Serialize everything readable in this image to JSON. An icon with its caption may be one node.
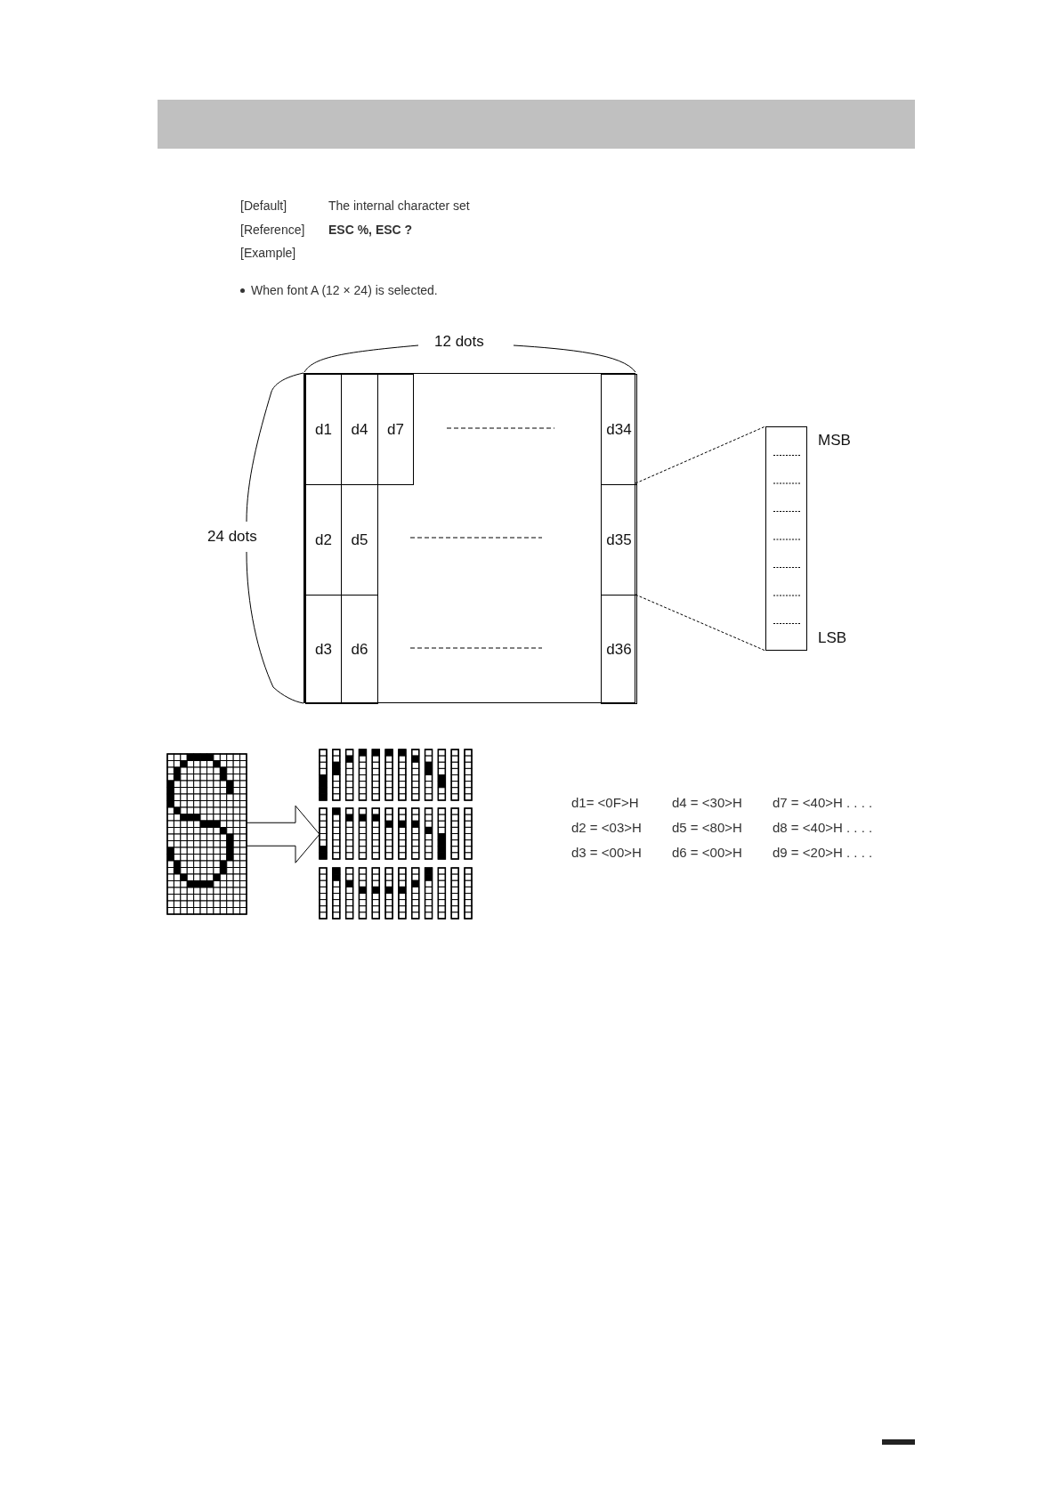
{
  "diagram": {
    "nodes": [
      {
        "text": [],
        "shape": "box"
      },
      {
        "text": [
          "d1"
        ],
        "in": 0
      },
      {
        "text": [
          "d4"
        ],
        "in": 0
      },
      {
        "text": [
          "d7"
        ],
        "in": 0
      },
      {
        "text": [
          "d34"
        ],
        "in": 0
      },
      {
        "text": [
          "d2"
        ],
        "in": 0
      },
      {
        "text": [
          "d5"
        ],
        "in": 0
      },
      {
        "text": [
          "d35"
        ],
        "in": 0
      },
      {
        "text": [
          "d3"
        ],
        "in": 0
      },
      {
        "text": [
          "d6"
        ],
        "in": 0
      },
      {
        "text": [
          "d36"
        ],
        "in": 0
      },
      {
        "text": [],
        "shape": "box"
      },
      {
        "text": [],
        "shape": "picture"
      },
      {
        "text": [],
        "shape": "picture"
      }
    ],
    "edges": [
      {
        "from": 7,
        "to": 11,
        "arrow": "none",
        "style": "dashed"
      },
      {
        "from": 7,
        "to": 11,
        "arrow": "none",
        "style": "dashed"
      },
      {
        "from": 12,
        "to": 13,
        "arrow": "to"
      }
    ],
    "labels": [
      "[Default]",
      "The internal character set",
      "[Reference]",
      "ESC %, ESC ?",
      "[Example]",
      "When font A (12 × 24) is selected.",
      "12 dots",
      "24 dots",
      "MSB",
      "LSB",
      "d1= <0F>H",
      "d4 = <30>H",
      "d7 = <40>H . . . .",
      "d2 = <03>H",
      "d5 = <80>H",
      "d8 = <40>H . . . .",
      "d3 = <00>H",
      "d6 = <00>H",
      "d9 = <20>H . . . ."
    ]
  }
}
